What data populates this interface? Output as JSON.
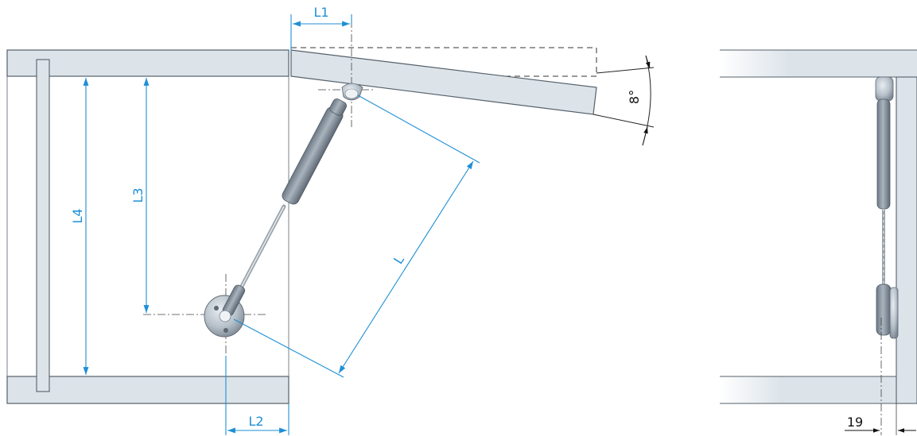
{
  "labels": {
    "L1": "L1",
    "L2": "L2",
    "L3": "L3",
    "L4": "L4",
    "L": "L",
    "angle": "8°",
    "thickness": "19"
  },
  "colors": {
    "dimension": "#1e8fd6",
    "panel_fill": "#dce4ea",
    "panel_stroke": "#55606a",
    "strut": "#8a96a2",
    "strut_dark": "#5f6b77",
    "rod": "#c8cdd2",
    "text": "#1e8fd6"
  }
}
